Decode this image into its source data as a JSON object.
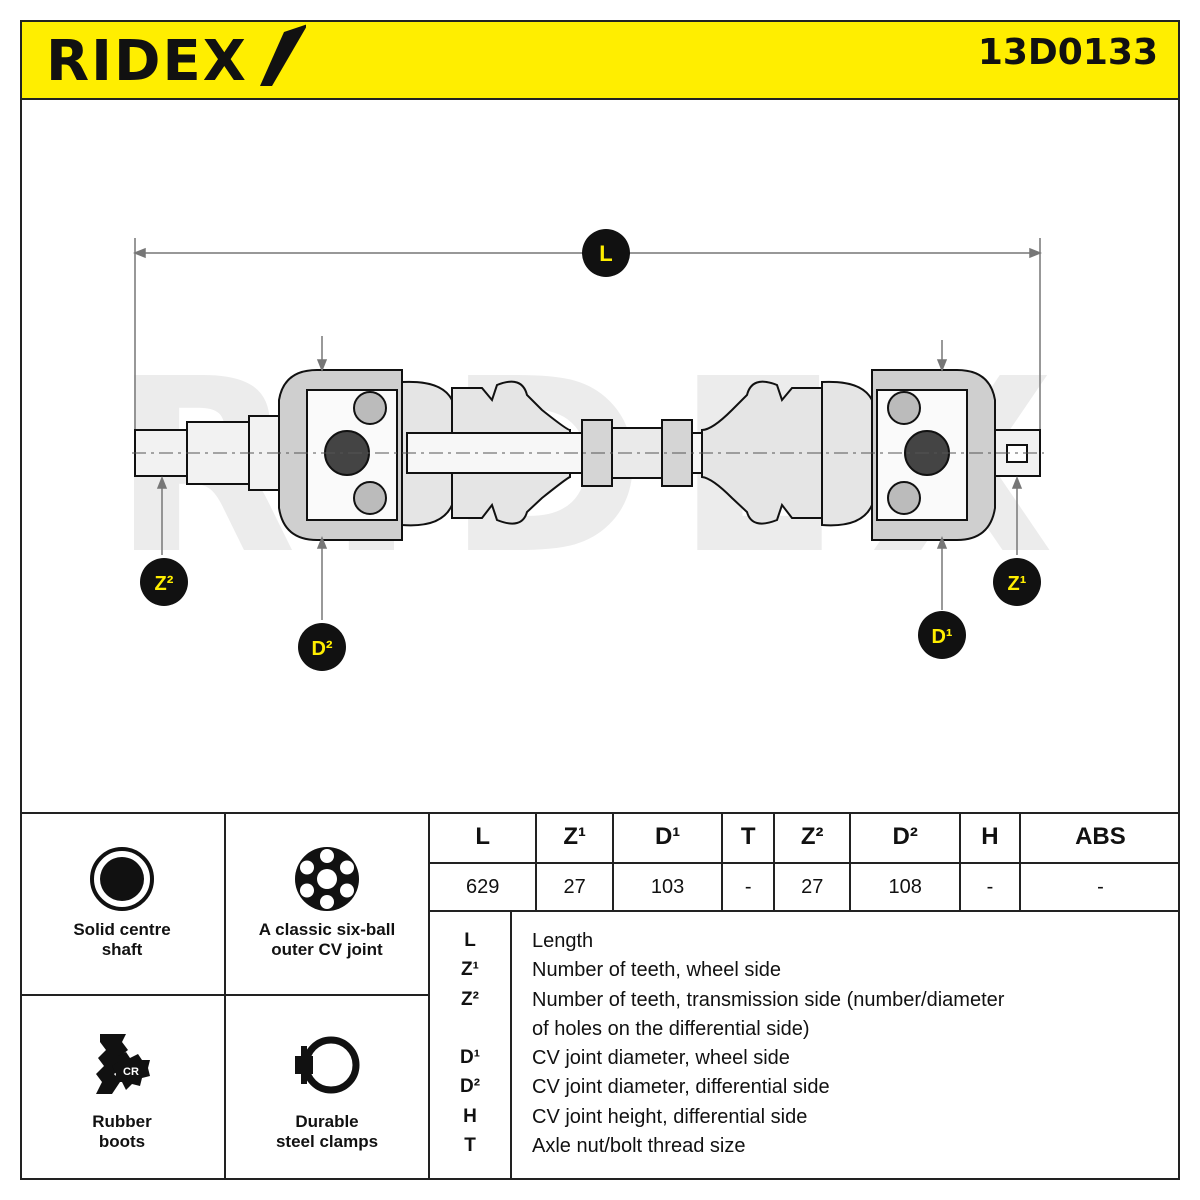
{
  "brand": {
    "name": "RIDEX",
    "part_number": "13D0133"
  },
  "drawing": {
    "callouts": {
      "L": "L",
      "Z2": "Z²",
      "Z1": "Z¹",
      "D2": "D²",
      "D1": "D¹"
    },
    "watermark": "RIDEX"
  },
  "features": [
    {
      "label": "Solid centre\nshaft",
      "icon": "solid-circle-icon"
    },
    {
      "label": "A classic six-ball\nouter CV joint",
      "icon": "six-ball-joint-icon"
    },
    {
      "label": "Rubber\nboots",
      "icon": "rubber-boot-icon",
      "badge": "CR"
    },
    {
      "label": "Durable\nsteel clamps",
      "icon": "clamp-icon"
    }
  ],
  "spec_table": {
    "headers": [
      "L",
      "Z¹",
      "D¹",
      "T",
      "Z²",
      "D²",
      "H",
      "ABS"
    ],
    "values": [
      "629",
      "27",
      "103",
      "-",
      "27",
      "108",
      "-",
      "-"
    ]
  },
  "legend": [
    {
      "key": "L",
      "lines": [
        "Length"
      ]
    },
    {
      "key": "Z¹",
      "lines": [
        "Number of teeth, wheel side"
      ]
    },
    {
      "key": "Z²",
      "lines": [
        "Number of teeth, transmission side (number/diameter",
        "of holes on the differential side)"
      ]
    },
    {
      "key": "D¹",
      "lines": [
        "CV joint diameter, wheel side"
      ]
    },
    {
      "key": "D²",
      "lines": [
        "CV joint diameter, differential side"
      ]
    },
    {
      "key": "H",
      "lines": [
        "CV joint height, differential side"
      ]
    },
    {
      "key": "T",
      "lines": [
        "Axle nut/bolt thread size"
      ]
    }
  ],
  "colors": {
    "accent": "#ffee00",
    "ink": "#111111",
    "watermark": "#e8e8e8"
  }
}
